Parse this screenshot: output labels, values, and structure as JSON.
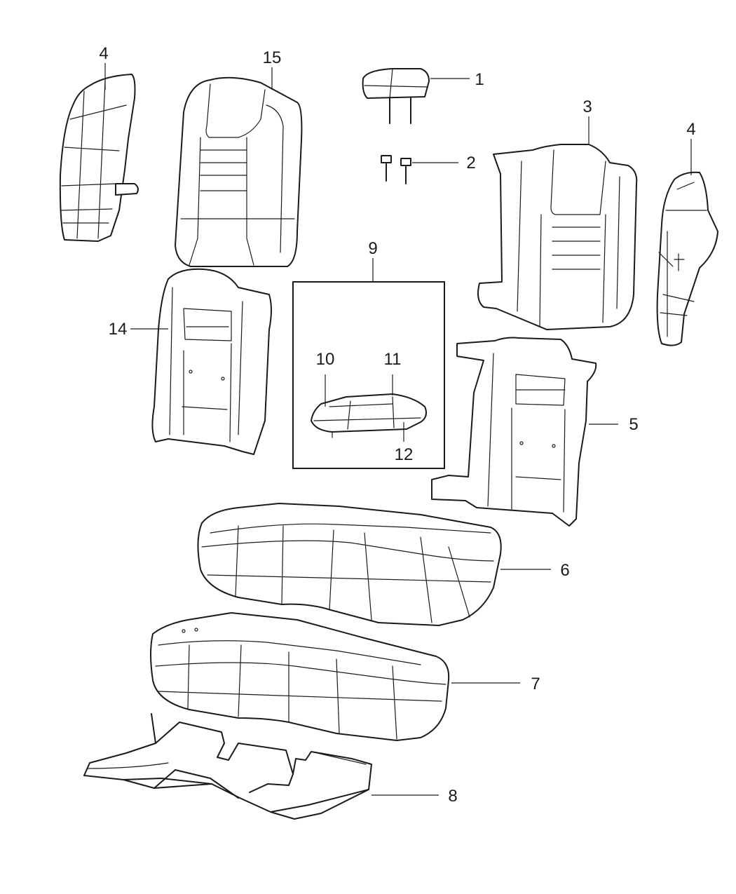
{
  "callouts": {
    "c1": "1",
    "c2": "2",
    "c3": "3",
    "c4_left": "4",
    "c4_right": "4",
    "c5": "5",
    "c6": "6",
    "c7": "7",
    "c8": "8",
    "c9": "9",
    "c10": "10",
    "c11": "11",
    "c12": "12",
    "c14": "14",
    "c15": "15"
  }
}
